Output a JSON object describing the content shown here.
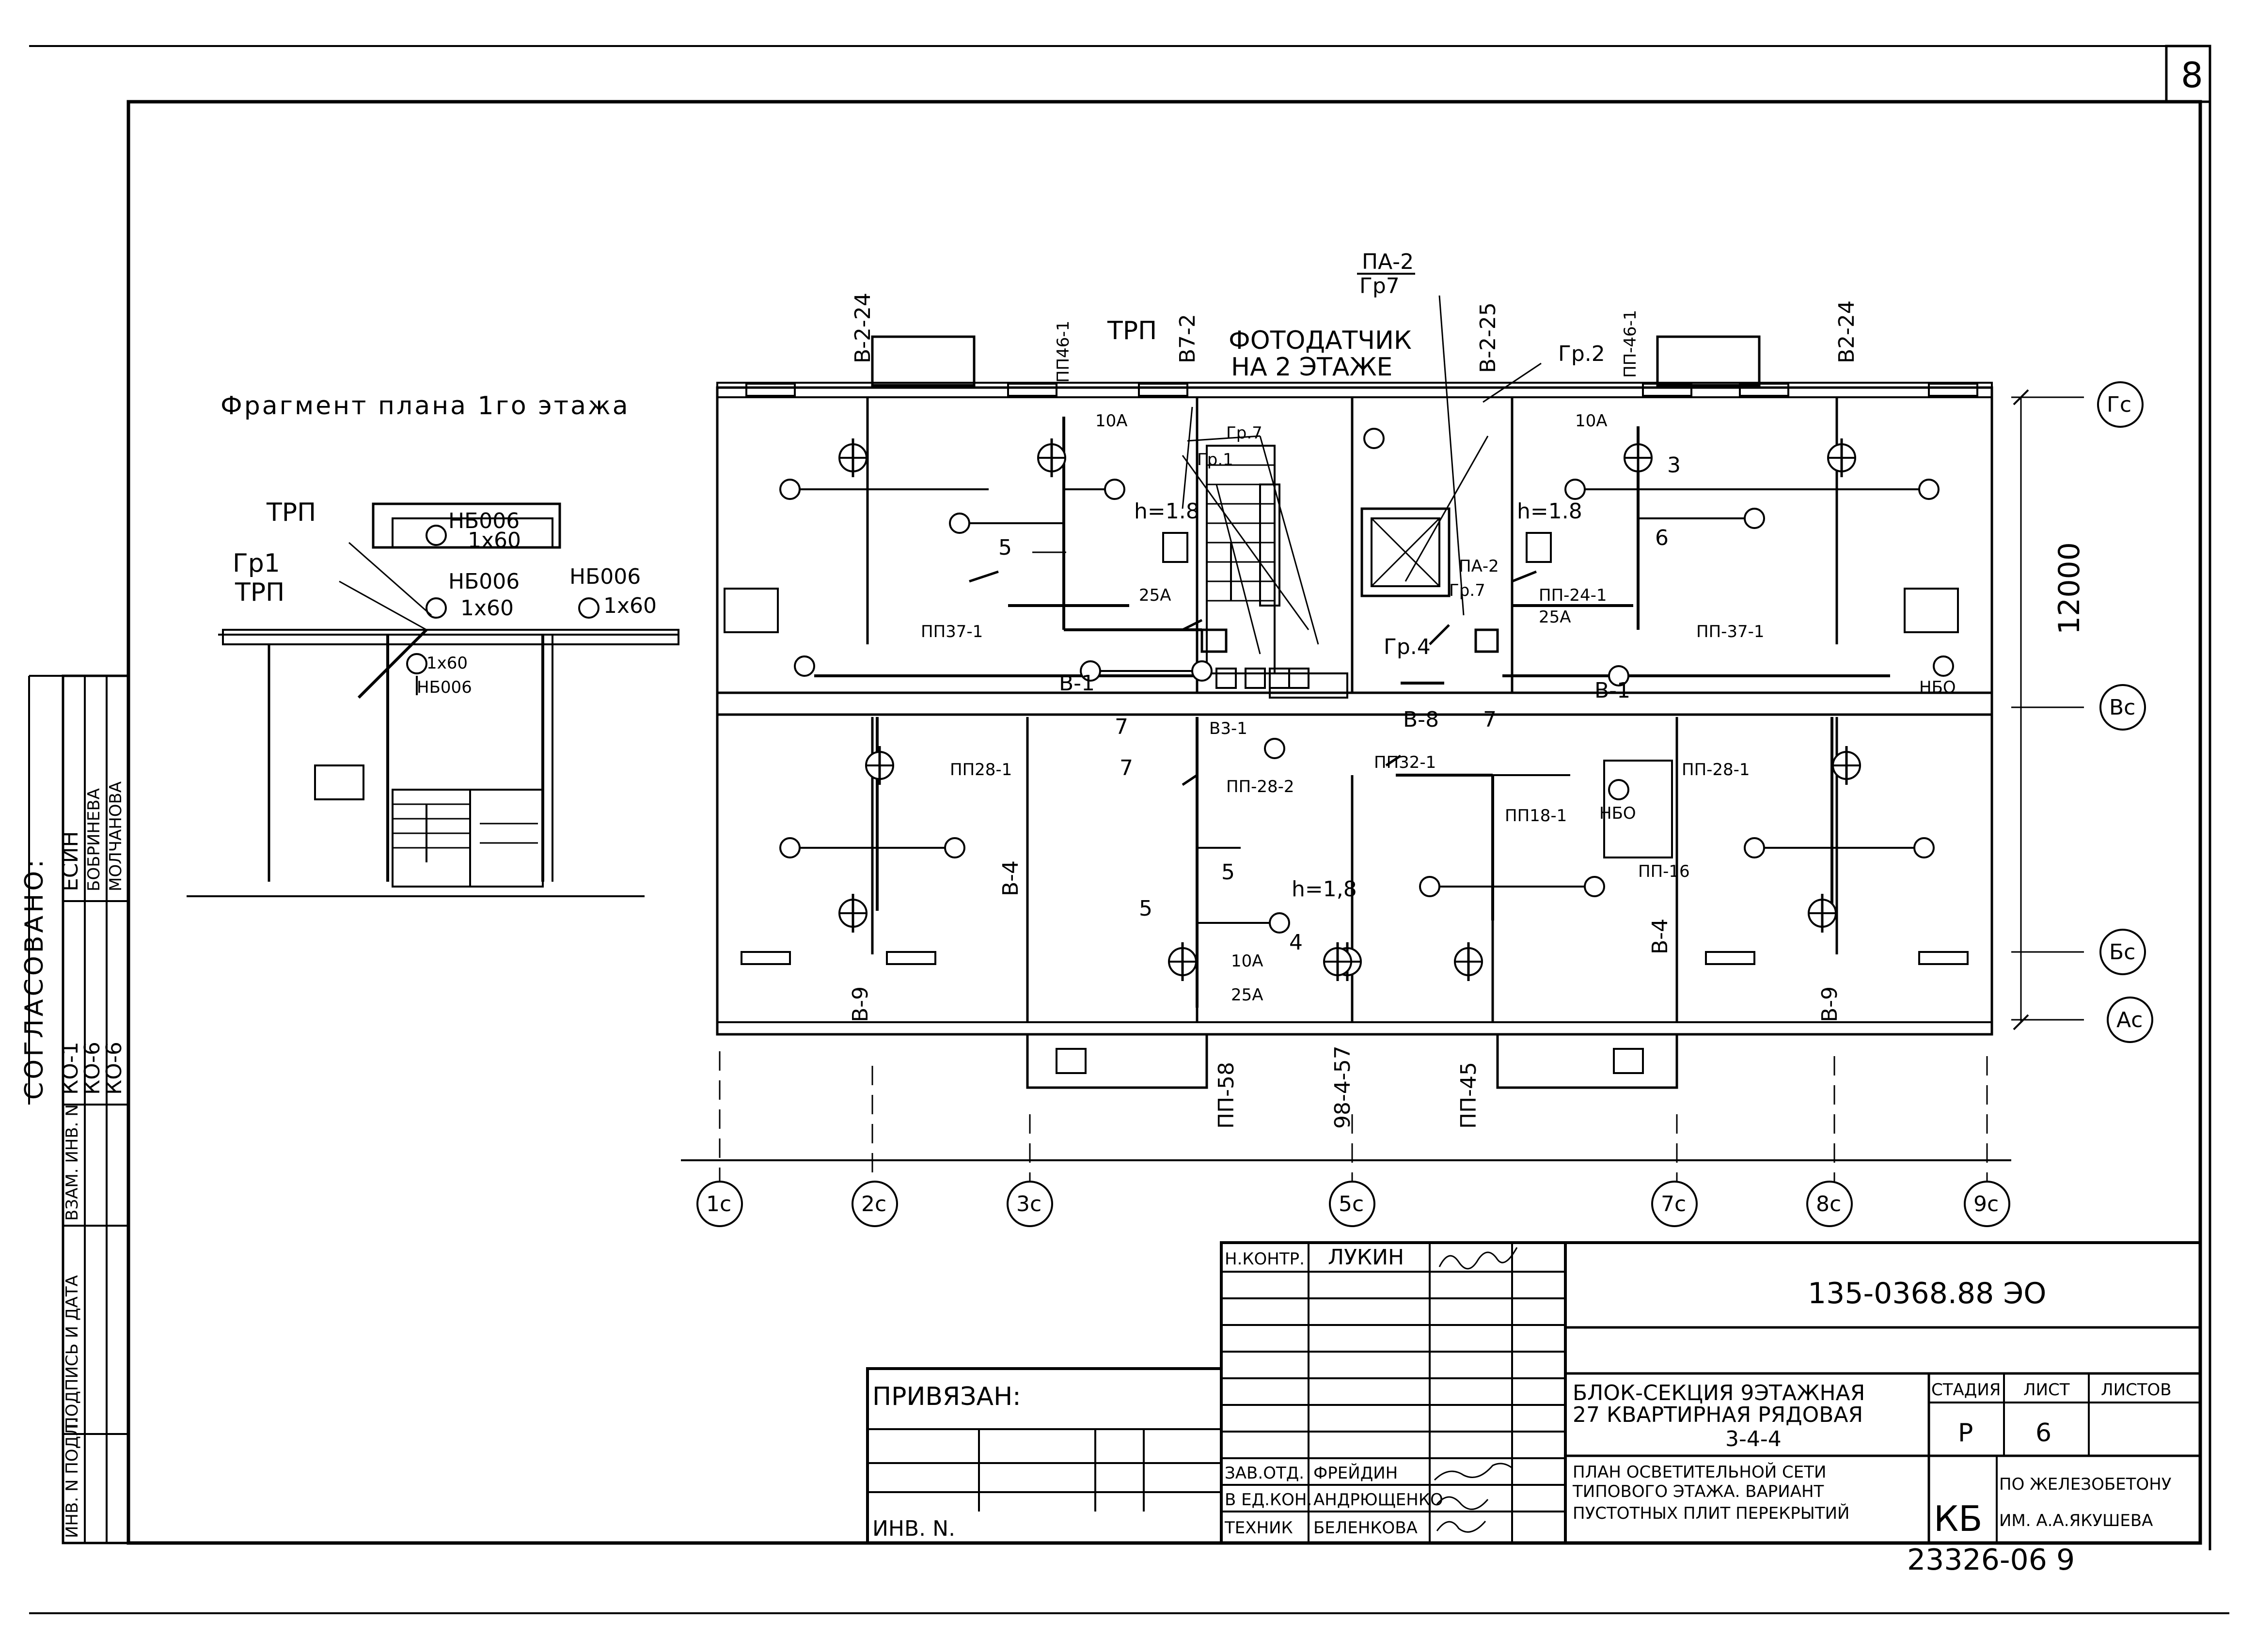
{
  "sheet_number": "8",
  "fragment": {
    "title": "Фрагмент плана 1го этажа",
    "trp_1": "ТРП",
    "trp_2": "ТРП",
    "gr1": "Гр1",
    "lamp_1": "НБ006",
    "lamp_1_spec": "1х60",
    "lamp_2": "НБ006",
    "lamp_2_spec": "1х60",
    "lamp_3": "НБ006",
    "lamp_3_spec": "1х60",
    "lamp_4_spec": "1х60",
    "lamp_4": "НБ006"
  },
  "plan": {
    "photo_sensor_1": "ФОТОДАТЧИК",
    "photo_sensor_2": "НА 2 ЭТАЖЕ",
    "trp": "ТРП",
    "pa2_top": "ПА-2",
    "gr7_top": "Гр7",
    "gr2": "Гр.2",
    "gr1": "Гр.1",
    "gr7_mid": "Гр.7",
    "gr4": "Гр.4",
    "pa2": "ПА-2",
    "gr7": "Гр.7",
    "wall_b224_left": "В-2-24",
    "wall_pp461_left": "ПП46-1",
    "wall_b72": "В7-2",
    "wall_b225": "В-2-25",
    "wall_pp461_right": "ПП-46-1",
    "wall_b224_right": "В2-24",
    "b1_left": "В-1",
    "b1_right": "В-1",
    "b8": "В-8",
    "b31": "В3-1",
    "b4_left": "В-4",
    "b4_right": "В-4",
    "b9_left": "В-9",
    "b9_right": "В-9",
    "pp371_left": "ПП37-1",
    "pp371_right": "ПП-37-1",
    "pp281_left": "ПП28-1",
    "pp281_right": "ПП-28-1",
    "pp282": "ПП-28-2",
    "pp321": "ПП32-1",
    "pp181": "ПП18-1",
    "pp16": "ПП-16",
    "pp241": "ПП-24-1",
    "pp58": "ПП-58",
    "pp98457": "98-4-57",
    "pp45": "ПП-45",
    "nbo_right": "НБО",
    "nbo_mid": "НБО",
    "a10_left": "10А",
    "a10_right": "10А",
    "a10_bottom": "10А",
    "a25_left": "25А",
    "a25_right": "25А",
    "a25_bottom": "25А",
    "h18_left": "h=1.8",
    "h18_right": "h=1.8",
    "h18_bottom": "h=1,8",
    "n5a": "5",
    "n5b": "5",
    "n5c": "5",
    "n6": "6",
    "n3": "3",
    "n4": "4",
    "n7a": "7",
    "n7b": "7",
    "n7c": "7",
    "dimension": "12000",
    "axes_bottom": [
      "1с",
      "2с",
      "3с",
      "5с",
      "7с",
      "8с",
      "9с"
    ],
    "axes_right": [
      "Гс",
      "Вс",
      "Бс",
      "Ас"
    ]
  },
  "approval": {
    "header": "СОГЛАСОВАНО:",
    "rows": [
      {
        "code": "КО-1",
        "name": "ЕСИН"
      },
      {
        "code": "КО-6",
        "name": "БОБРИНЕВА"
      },
      {
        "code": "КО-6",
        "name": "МОЛЧАНОВА"
      }
    ]
  },
  "side_stamp": {
    "vzam": "ВЗАМ. ИНВ. N",
    "podpis": "ПОДПИСЬ И ДАТА",
    "inv_podl": "ИНВ. N ПОДЛ."
  },
  "title_block": {
    "doc_code": "135-0368.88  ЭО",
    "privyazan": "ПРИВЯЗАН:",
    "inv": "ИНВ. N.",
    "project_line1": "БЛОК-СЕКЦИЯ 9ЭТАЖНАЯ",
    "project_line2": "27 КВАРТИРНАЯ РЯДОВАЯ",
    "project_line3": "3-4-4",
    "sheet_line1": "ПЛАН ОСВЕТИТЕЛЬНОЙ СЕТИ",
    "sheet_line2": "ТИПОВОГО ЭТАЖА. ВАРИАНТ",
    "sheet_line3": "ПУСТОТНЫХ ПЛИТ ПЕРЕКРЫТИЙ",
    "stage_header": "СТАДИЯ",
    "sheet_header": "ЛИСТ",
    "sheets_header": "ЛИСТОВ",
    "stage": "Р",
    "sheet": "6",
    "sheets": "",
    "org_abbr": "КБ",
    "org_line1": "ПО ЖЕЛЕЗОБЕТОНУ",
    "org_line2": "ИМ. А.А.ЯКУШЕВА",
    "people": [
      {
        "role": "Н.КОНТР.",
        "name": "ЛУКИН"
      },
      {
        "role": "ЗАВ.ОТД.",
        "name": "ФРЕЙДИН"
      },
      {
        "role": "В ЕД.КОН.",
        "name": "АНДРЮЩЕНКО"
      },
      {
        "role": "ТЕХНИК",
        "name": "БЕЛЕНКОВА"
      }
    ],
    "archive_number": "23326-06 9"
  }
}
